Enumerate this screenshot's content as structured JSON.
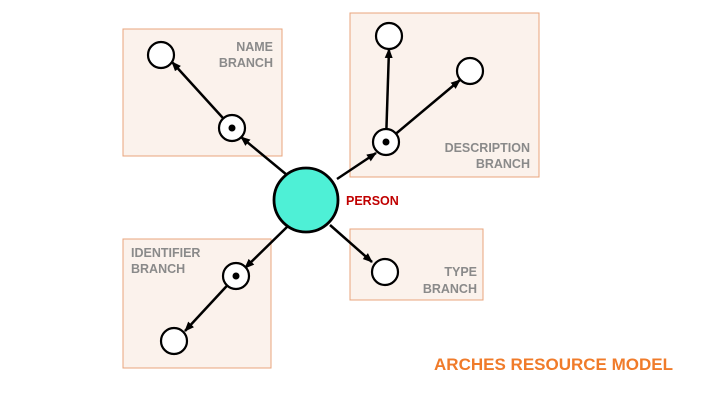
{
  "title": "ARCHES RESOURCE MODEL",
  "root": {
    "label": "PERSON"
  },
  "branches": {
    "name": {
      "line1": "NAME",
      "line2": "BRANCH"
    },
    "description": {
      "line1": "DESCRIPTION",
      "line2": "BRANCH"
    },
    "identifier": {
      "line1": "IDENTIFIER",
      "line2": "BRANCH"
    },
    "type": {
      "line1": "TYPE",
      "line2": "BRANCH"
    }
  },
  "colors": {
    "title": "#f07b2a",
    "root_label": "#c00000",
    "root_fill": "#4ef0d6",
    "branch_fill": "#fbf2ec",
    "branch_border": "#e8a47c",
    "branch_label": "#8a8a8a"
  }
}
